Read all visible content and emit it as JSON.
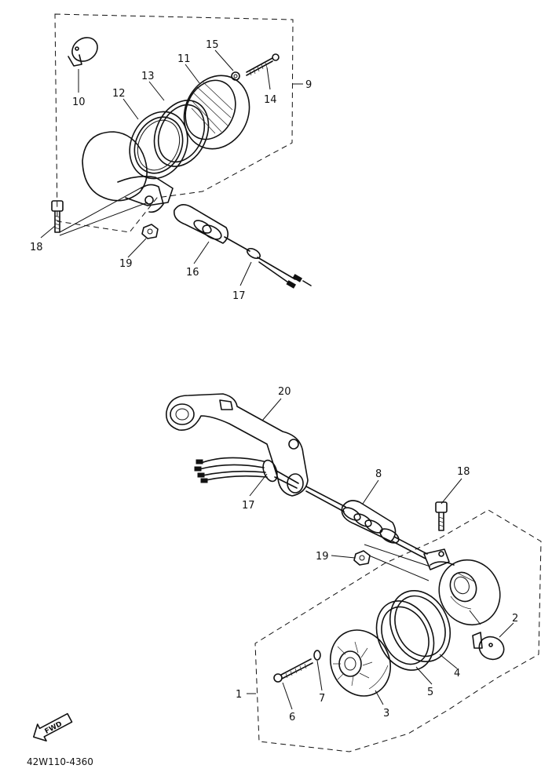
{
  "diagram": {
    "callouts": {
      "c1": "1",
      "c2": "2",
      "c3": "3",
      "c4": "4",
      "c5": "5",
      "c6": "6",
      "c7": "7",
      "c8": "8",
      "c9": "9",
      "c10": "10",
      "c11": "11",
      "c12": "12",
      "c13": "13",
      "c14": "14",
      "c15": "15",
      "c16": "16",
      "c17_top": "17",
      "c17_bottom": "17",
      "c18_top": "18",
      "c18_bottom": "18",
      "c19_top": "19",
      "c19_bottom": "19",
      "c20": "20"
    },
    "fwd_label": "FWD",
    "figure_code": "42W110-4360"
  }
}
